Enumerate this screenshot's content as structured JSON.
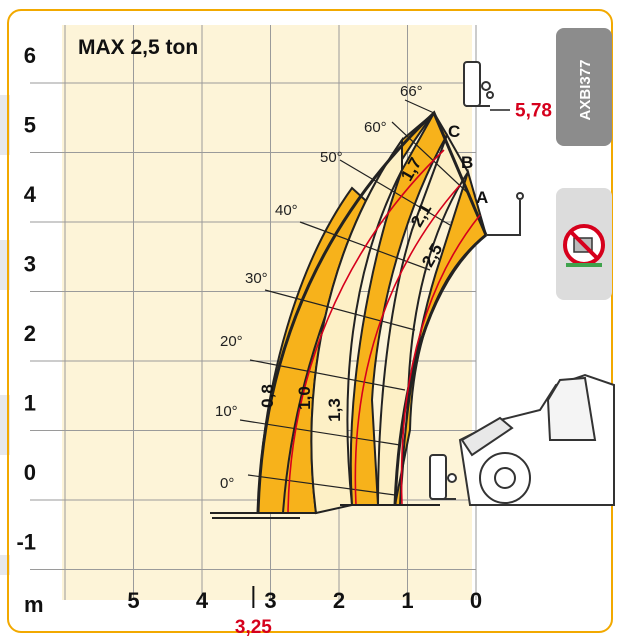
{
  "chart_data": {
    "type": "line",
    "title": "MAX 2,5 ton",
    "model_code": "AXBI377",
    "x_unit": "m",
    "y_unit": "m",
    "xlim": [
      0,
      6
    ],
    "ylim": [
      -1.5,
      6.5
    ],
    "x_ticks": [
      "5",
      "4",
      "3",
      "2",
      "1",
      "0"
    ],
    "y_ticks": [
      "6",
      "5",
      "4",
      "3",
      "2",
      "1",
      "0",
      "-1"
    ],
    "x_axis_reversed": true,
    "grid": true,
    "max_height_label": "5,78",
    "max_height": 5.78,
    "max_reach_label": "3,25",
    "max_reach": 3.25,
    "boom_angles": [
      "0°",
      "10°",
      "20°",
      "30°",
      "40°",
      "50°",
      "60°",
      "66°"
    ],
    "boom_extensions": [
      "A",
      "B",
      "C"
    ],
    "load_zones": [
      {
        "label": "0,8",
        "capacity_t": 0.8
      },
      {
        "label": "1,0",
        "capacity_t": 1.0
      },
      {
        "label": "1,3",
        "capacity_t": 1.3
      },
      {
        "label": "1,7",
        "capacity_t": 1.7
      },
      {
        "label": "2,1",
        "capacity_t": 2.1
      },
      {
        "label": "2,5",
        "capacity_t": 2.5
      }
    ],
    "colors": {
      "frame": "#f2a900",
      "zone_fill": "#f7b21b",
      "zone_light": "#fdf2cc",
      "grid": "#9a9a9a",
      "limit_lines": "#d6001c",
      "marker_text": "#d6001c",
      "badge": "#8c8c8c"
    },
    "icons": [
      "no-outriggers-icon",
      "forklift-carriage-icon",
      "telehandler-cab-icon"
    ]
  }
}
